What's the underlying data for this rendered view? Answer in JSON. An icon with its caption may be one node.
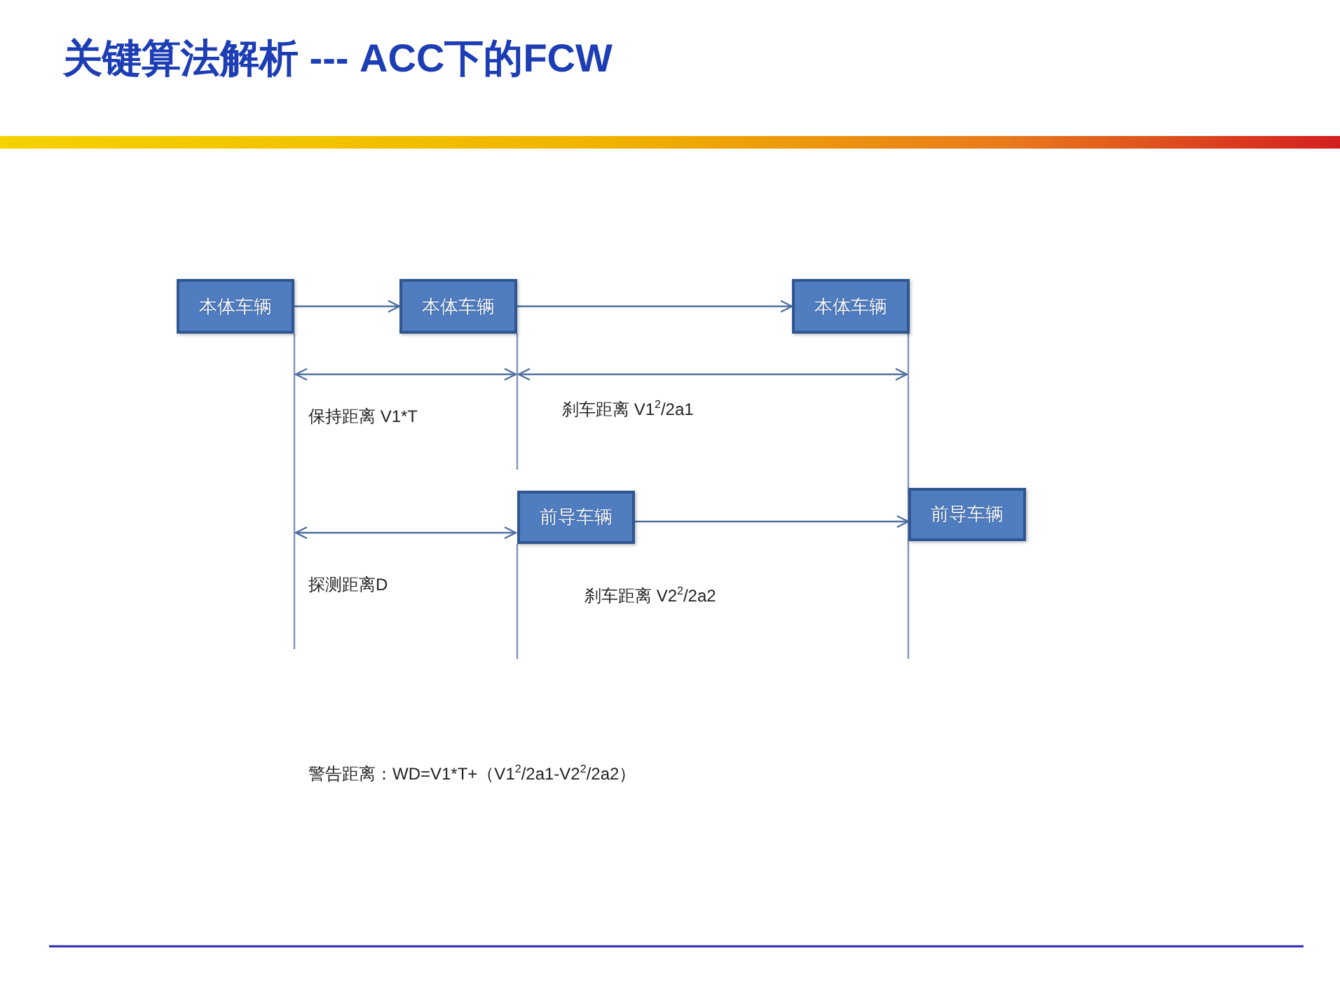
{
  "diagram": {
    "title": "关键算法解析 --- ACC下的FCW",
    "nodes": [
      {
        "text": [
          "本体车辆"
        ]
      },
      {
        "text": [
          "本体车辆"
        ]
      },
      {
        "text": [
          "本体车辆"
        ]
      },
      {
        "text": [
          "前导车辆"
        ]
      },
      {
        "text": [
          "前导车辆"
        ]
      }
    ],
    "edges": [
      {
        "from": 0,
        "to": 1,
        "arrow": "to"
      },
      {
        "from": 1,
        "to": 2,
        "arrow": "to"
      },
      {
        "from": 3,
        "to": 4,
        "arrow": "to"
      }
    ],
    "labels": [
      "保持距离 V1*T",
      "刹车距离 V1$^{2}$/2a1",
      "探测距离D",
      "刹车距离 V2$^{2}$/2a2",
      "警告距离：WD=V1*T+（V1$^{2}$/2a1-V2$^{2}$/2a2）"
    ]
  }
}
